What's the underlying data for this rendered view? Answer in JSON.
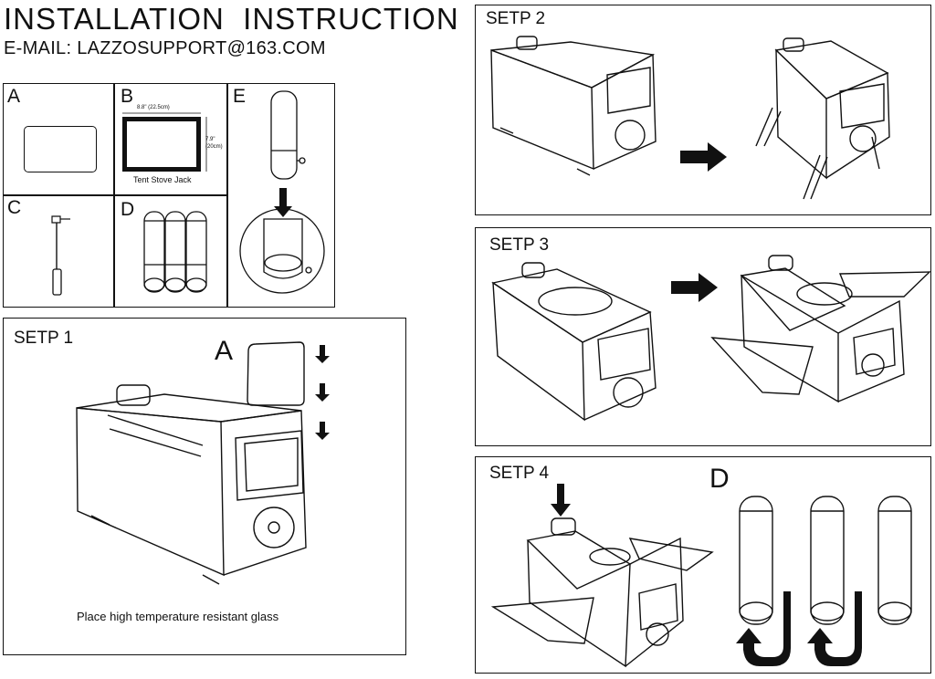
{
  "header": {
    "title": "INSTALLATION  INSTRUCTION",
    "email": "E-MAIL: LAZZOSUPPORT@163.COM"
  },
  "parts": {
    "a": {
      "label": "A"
    },
    "b": {
      "label": "B",
      "width_text": "8.8\" (22.5cm)",
      "height_text": "7.9\"",
      "height_text_cm": "(20cm)",
      "caption": "Tent Stove Jack"
    },
    "c": {
      "label": "C"
    },
    "d": {
      "label": "D"
    },
    "e": {
      "label": "E"
    }
  },
  "steps": {
    "s1": {
      "title": "SETP 1",
      "part": "A",
      "caption": "Place high temperature resistant glass"
    },
    "s2": {
      "title": "SETP 2"
    },
    "s3": {
      "title": "SETP 3"
    },
    "s4": {
      "title": "SETP 4",
      "part": "D"
    }
  }
}
